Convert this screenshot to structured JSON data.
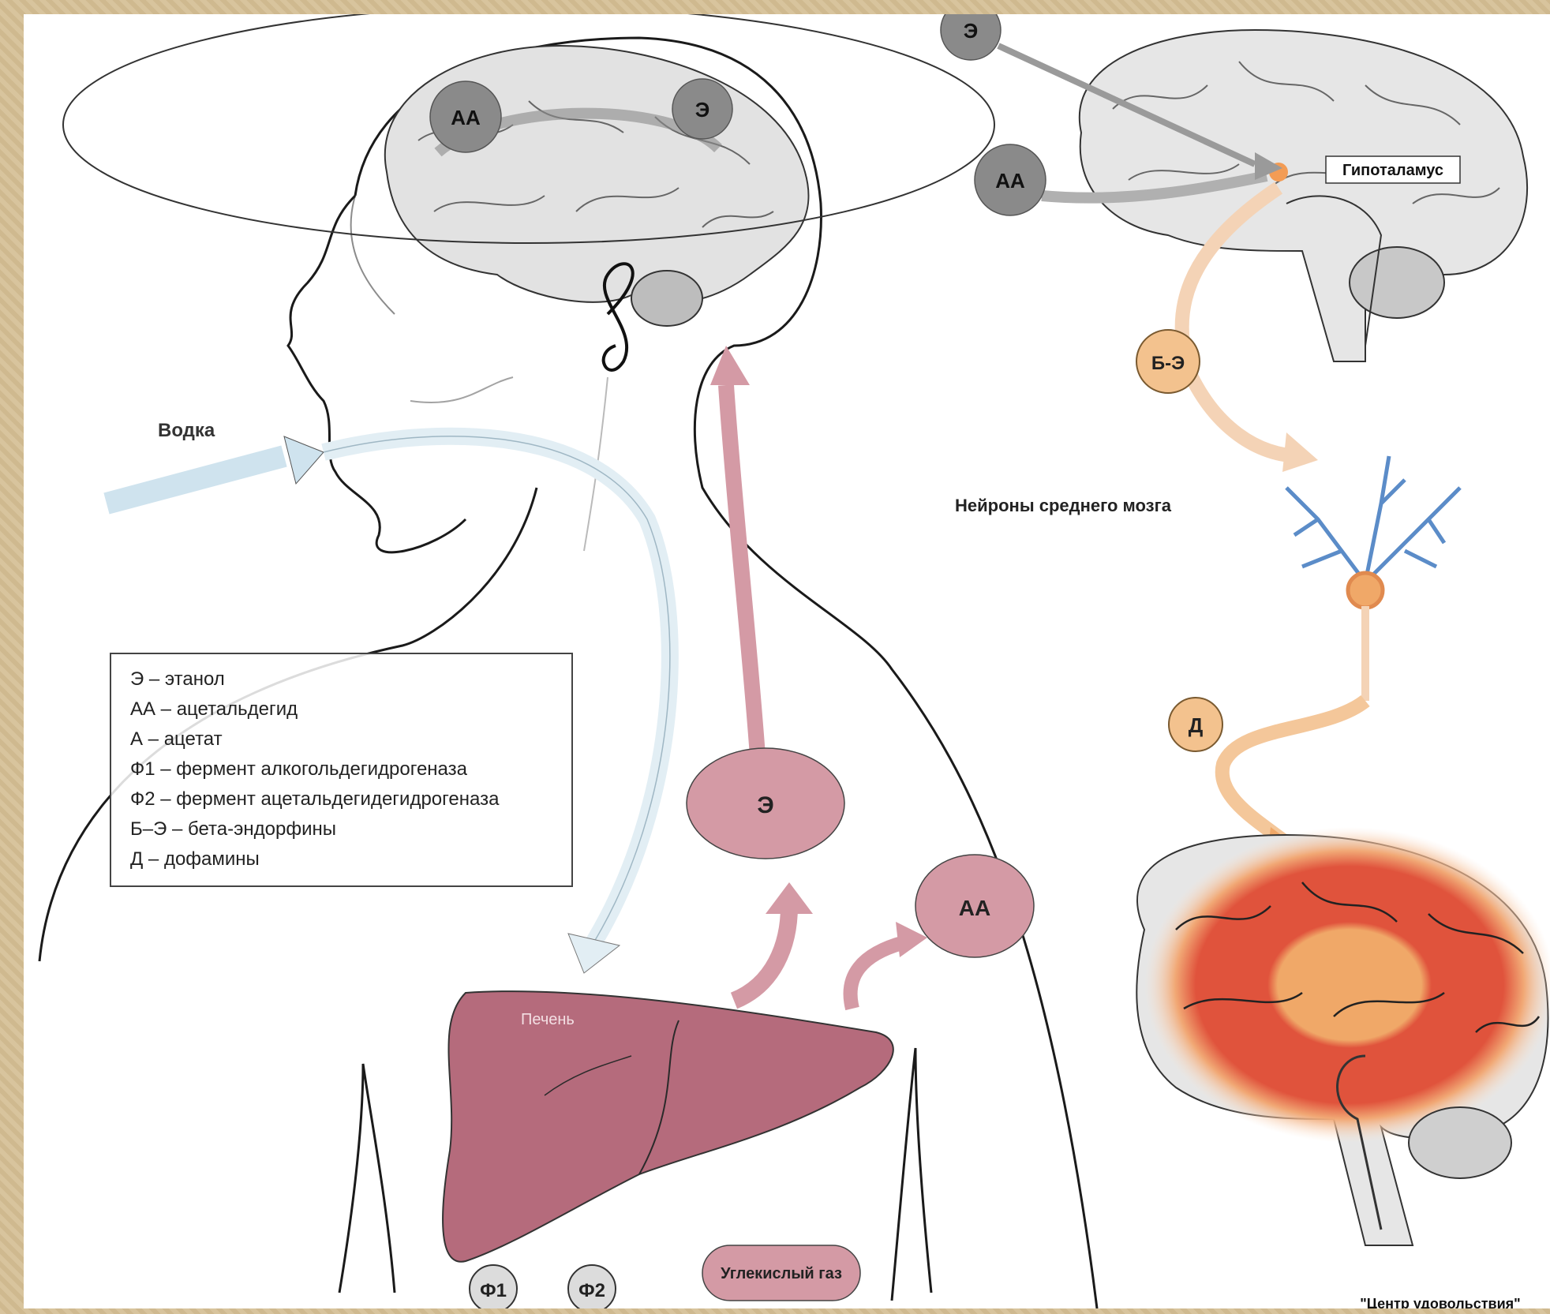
{
  "labels": {
    "vodka": "Водка",
    "hypothalamus": "Гипоталамус",
    "midbrain_neurons": "Нейроны среднего мозга",
    "liver": "Печень",
    "co2": "Углекислый газ",
    "pleasure_center": "\"Центр удовольствия\""
  },
  "nodes": {
    "e_head": "Э",
    "aa_head": "АА",
    "e_top": "Э",
    "aa_top": "АА",
    "be": "Б-Э",
    "d": "Д",
    "e_body": "Э",
    "aa_body": "АА",
    "f1": "Ф1",
    "f2": "Ф2"
  },
  "legend": [
    "Э – этанол",
    "АА – ацетальдегид",
    "А – ацетат",
    "Ф1 – фермент алкогольдегидрогеназа",
    "Ф2 – фермент ацетальдегидегидрогеназа",
    "Б–Э – бета-эндорфины",
    "Д – дофамины"
  ],
  "colors": {
    "pink_node": "#d49aa5",
    "liver": "#b56b7c",
    "gray_node": "#8a8a8a",
    "orange_node": "#f3c28e",
    "neuron_blue": "#5b8cc8",
    "brain_gray": "#e6e6e6",
    "pleasure_red": "#e0533c"
  }
}
